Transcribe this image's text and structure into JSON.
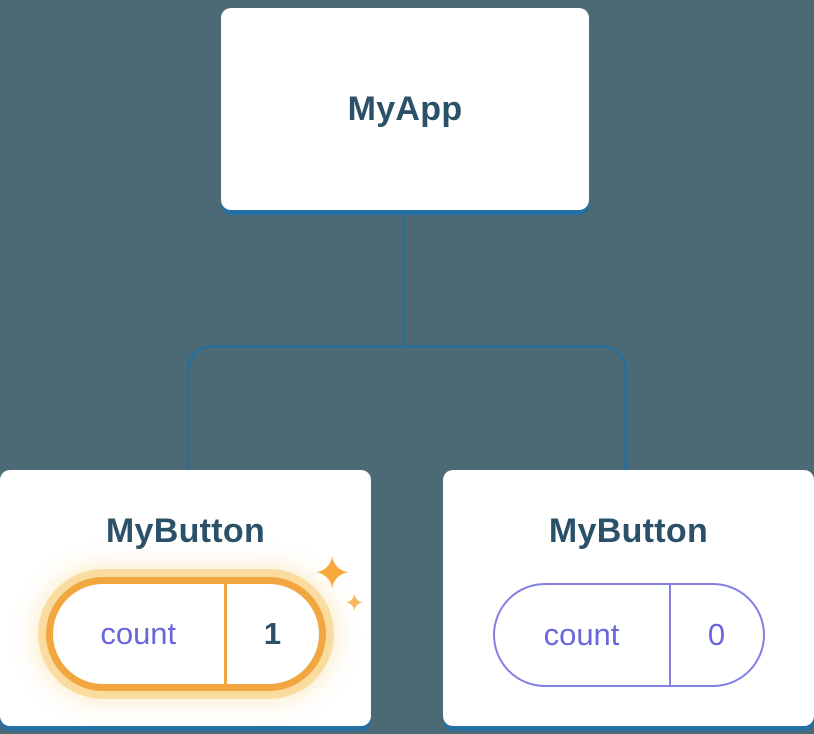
{
  "diagram": {
    "root": {
      "label": "MyApp"
    },
    "children": [
      {
        "label": "MyButton",
        "state_name": "count",
        "state_value": "1",
        "highlighted": true
      },
      {
        "label": "MyButton",
        "state_name": "count",
        "state_value": "0",
        "highlighted": false
      }
    ]
  },
  "icons": {
    "sparkles": {
      "name": "sparkles-icon",
      "glyph": "✦"
    }
  },
  "colors": {
    "background": "#4C6A76",
    "connector_line": "#2B6E95",
    "card_background": "#FFFFFF",
    "card_shadow": "#2371A2",
    "title_text": "#2B5169",
    "state_purple": "#6C66DD",
    "pill_border_purple": "#8280E4",
    "highlight_orange": "#F2A640",
    "highlight_glow": "#F7CA70",
    "highlight_value_text": "#2B5169",
    "sparkle_orange": "#F7A93C"
  }
}
